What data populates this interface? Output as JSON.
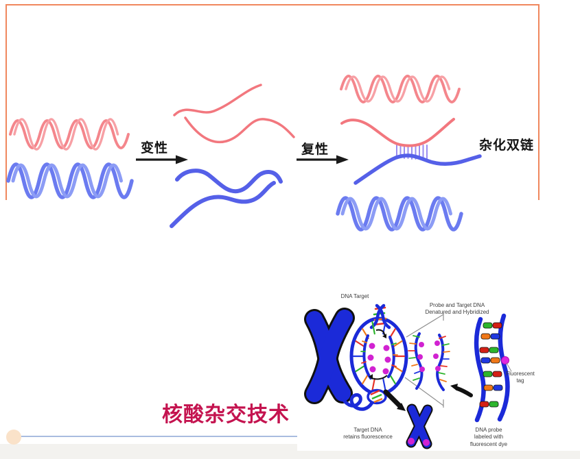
{
  "title": "核酸杂交技术",
  "top_diagram": {
    "denaturation_label": "变性",
    "renaturation_label": "复性",
    "hybrid_duplex_label": "杂化双链"
  },
  "fish_diagram": {
    "dna_target": "DNA Target",
    "probe_caption_line1": "Probe and Target DNA",
    "probe_caption_line2": "Denatured and Hybridized",
    "fluorescent_tag_line1": "Fluorescent",
    "fluorescent_tag_line2": "tag",
    "target_dna_line1": "Target DNA",
    "target_dna_line2": "retains fluorescence",
    "dna_probe_line1": "DNA probe",
    "dna_probe_line2": "labeled with",
    "dna_probe_line3": "fluorescent dye"
  },
  "colors": {
    "frame_border": "#F0875D",
    "pink_strand": "#F4868C",
    "blue_strand": "#6B7BF0",
    "hatch": "#9A8CF0",
    "title": "#C4134F",
    "underline": "#A9BCDF",
    "bullet": "#FAE2C9",
    "fish_blue": "#1B2AD8",
    "magenta_tag": "#D122D1"
  }
}
